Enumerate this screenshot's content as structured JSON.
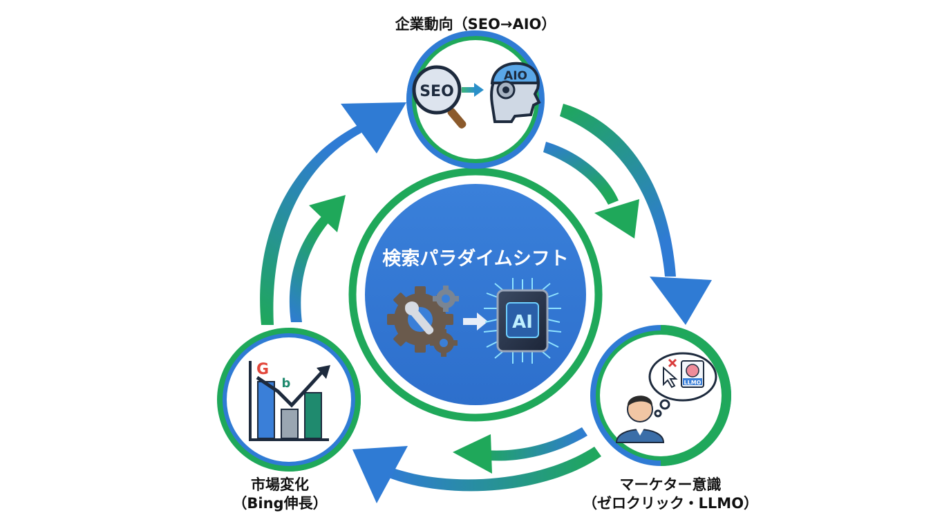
{
  "center": {
    "title": "検索パラダイムシフト",
    "chip_text": "AI"
  },
  "nodes": {
    "top": {
      "label": "企業動向（SEO→AIO）",
      "seo_text": "SEO",
      "aio_text": "AIO"
    },
    "right": {
      "label_line1": "マーケター意識",
      "label_line2": "（ゼロクリック・LLMO）",
      "doc_text": "LLMO"
    },
    "left": {
      "label_line1": "市場変化",
      "label_line2": "（Bing伸長）",
      "google_glyph": "G",
      "bing_glyph": "b"
    }
  },
  "colors": {
    "blue": "#2f7bd4",
    "green": "#1fa85a",
    "center_fill": "#3478d4",
    "node_fill": "#ffffff"
  },
  "icons": {
    "center_left": "gears-wrench-icon",
    "center_arrow": "arrow-right-icon",
    "center_right": "ai-chip-icon",
    "top_left": "magnifier-icon",
    "top_right": "robot-head-icon",
    "right": "person-thinking-icon",
    "left": "bar-chart-trend-icon"
  }
}
